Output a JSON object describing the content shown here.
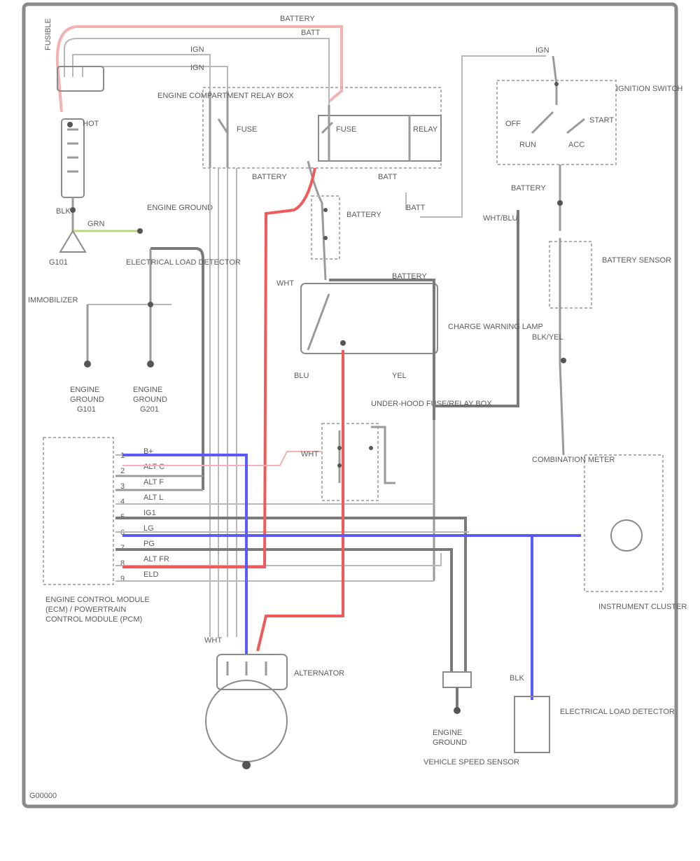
{
  "colors": {
    "red_wire": "#f05a5a",
    "blue_wire": "#5a5aff",
    "green_wire": "#b8d67a",
    "gray_wire": "#9a9a9a",
    "frame": "#8a8a8a"
  },
  "labels": {
    "battery_top": "BATTERY",
    "batt": "BATT",
    "ign_top_1": "IGN",
    "ign_top_2": "IGN",
    "ign_right": "IGN",
    "fusible": "FUSIBLE",
    "engine_relay": "ENGINE COMPARTMENT RELAY BOX",
    "battery_mid": "BATTERY",
    "battery_right": "BATTERY",
    "battery_fuse": "BATTERY",
    "battery_low": "BATTERY",
    "hot": "HOT",
    "ignition_switch": "IGNITION SWITCH",
    "off": "OFF",
    "start": "START",
    "run": "RUN",
    "acc": "ACC",
    "battery_sensor": "BATTERY SENSOR",
    "charging_lamp": "CHARGE WARNING LAMP",
    "instrument_cluster": "INSTRUMENT CLUSTER",
    "engine_ground": "ENGINE GROUND",
    "elec_load_detector": "ELECTRICAL LOAD DETECTOR",
    "under_hood_box": "UNDER-HOOD FUSE/RELAY BOX",
    "ecm_label_1": "ENGINE CONTROL MODULE",
    "ecm_label_2": "(ECM) / POWERTRAIN",
    "ecm_label_3": "CONTROL MODULE (PCM)",
    "alternator": "ALTERNATOR",
    "g101": "G101",
    "g_ground_1": "ENGINE",
    "g_ground_2": "GROUND",
    "g_ground_3": "G101",
    "g_ground_4": "G201",
    "immobilizer": "IMMOBILIZER",
    "combination_meter": "COMBINATION METER",
    "vehicle_speed": "VEHICLE SPEED SENSOR",
    "wht": "WHT",
    "blk": "BLK",
    "yel": "YEL",
    "grn": "GRN",
    "wht_blu": "WHT/BLU",
    "blk_yel": "BLK/YEL",
    "blu": "BLU",
    "fuse_a": "FUSE",
    "fuse_b": "FUSE",
    "relay": "RELAY",
    "ecm_pins": [
      "B+",
      "ALT C",
      "ALT F",
      "ALT L",
      "IG1",
      "LG",
      "PG",
      "ALT FR",
      "ELD"
    ],
    "footer_code": "G00000"
  }
}
